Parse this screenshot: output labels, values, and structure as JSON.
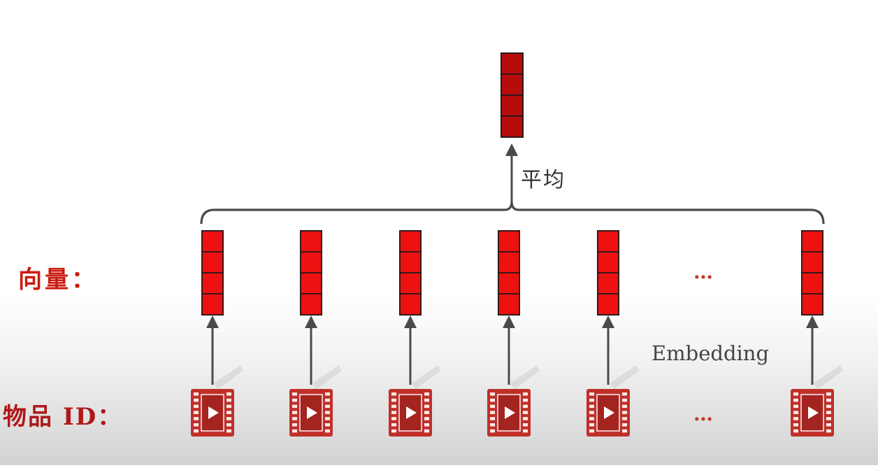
{
  "labels": {
    "vectors": "向量：",
    "item_id": "物品 ID：",
    "average": "平均",
    "embedding": "Embedding",
    "ellipsis_vectors": "…",
    "ellipsis_ids": "…"
  },
  "colors": {
    "vector_cell": "#ee1111",
    "avg_vector_cell": "#b70c0c",
    "label_red": "#cc1a10",
    "arrow": "#4a4a4a",
    "video_icon": "#c0302a"
  },
  "icons": {
    "video": "video-play-icon"
  },
  "diagram": {
    "vector_cells": 4,
    "item_count_shown": 6
  }
}
